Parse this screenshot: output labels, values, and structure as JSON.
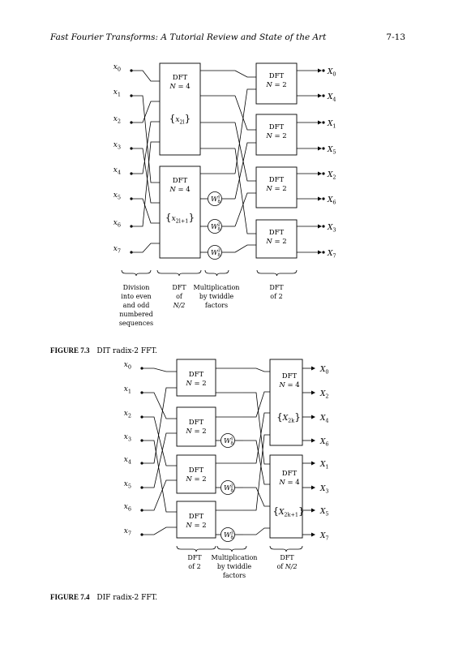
{
  "header": {
    "running_title": "Fast Fourier Transforms: A Tutorial Review and State of the Art",
    "page_number": "7-13"
  },
  "figure1": {
    "caption_label": "FIGURE 7.3",
    "caption_text": "DIT radix-2 FFT.",
    "inputs": [
      "x0",
      "x1",
      "x2",
      "x3",
      "x4",
      "x5",
      "x6",
      "x7"
    ],
    "outputs": [
      "X0",
      "X4",
      "X1",
      "X5",
      "X2",
      "X6",
      "X3",
      "X7"
    ],
    "big_block_label": [
      "DFT",
      "N = 4"
    ],
    "big_block_top_seq": "{x2l}",
    "big_block_bottom_seq": "{x2l+1}",
    "small_block_label": [
      "DFT",
      "N = 2"
    ],
    "twiddles": [
      "W8^1",
      "W8^2",
      "W8^3"
    ],
    "bottom_labels": {
      "division": [
        "Division",
        "into even",
        "and odd",
        "numbered",
        "sequences"
      ],
      "dft_half": [
        "DFT",
        "of",
        "N/2"
      ],
      "multiplication": [
        "Multiplication",
        "by twiddle",
        "factors"
      ],
      "dft2": [
        "DFT",
        "of 2"
      ]
    }
  },
  "figure2": {
    "caption_label": "FIGURE 7.4",
    "caption_text": "DIF radix-2 FFT.",
    "inputs": [
      "x0",
      "x1",
      "x2",
      "x3",
      "x4",
      "x5",
      "x6",
      "x7"
    ],
    "outputs": [
      "X0",
      "X2",
      "X4",
      "X6",
      "X1",
      "X3",
      "X5",
      "X7"
    ],
    "big_block_label": [
      "DFT",
      "N = 4"
    ],
    "big_block_top_seq": "{X2k}",
    "big_block_bottom_seq": "{X2k+1}",
    "small_block_label": [
      "DFT",
      "N = 2"
    ],
    "twiddles": [
      "W8^1",
      "W8^2",
      "W8^3"
    ],
    "bottom_labels": {
      "dft2": [
        "DFT",
        "of 2"
      ],
      "multiplication": [
        "Multiplication",
        "by twiddle",
        "factors"
      ],
      "dft_half": [
        "DFT",
        "of N/2"
      ]
    }
  }
}
